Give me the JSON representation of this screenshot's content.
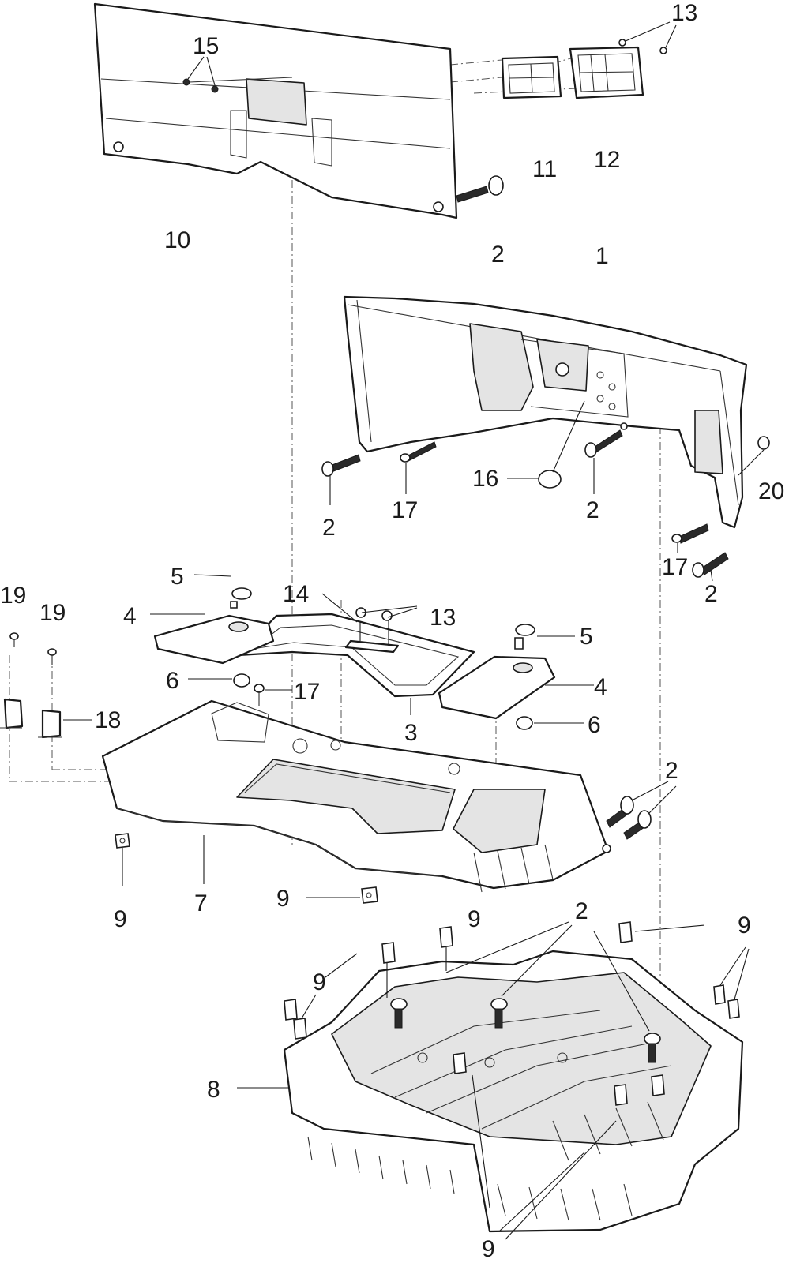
{
  "callouts": [
    {
      "id": "c13a",
      "text": "13"
    },
    {
      "id": "c15",
      "text": "15"
    },
    {
      "id": "c11",
      "text": "11"
    },
    {
      "id": "c12",
      "text": "12"
    },
    {
      "id": "c10",
      "text": "10"
    },
    {
      "id": "c2a",
      "text": "2"
    },
    {
      "id": "c1",
      "text": "1"
    },
    {
      "id": "c16",
      "text": "16"
    },
    {
      "id": "c2b",
      "text": "2"
    },
    {
      "id": "c17a",
      "text": "17"
    },
    {
      "id": "c2c",
      "text": "2"
    },
    {
      "id": "c20",
      "text": "20"
    },
    {
      "id": "c17b",
      "text": "17"
    },
    {
      "id": "c2d",
      "text": "2"
    },
    {
      "id": "c19a",
      "text": "19"
    },
    {
      "id": "c19b",
      "text": "19"
    },
    {
      "id": "c5a",
      "text": "5"
    },
    {
      "id": "c4a",
      "text": "4"
    },
    {
      "id": "c14",
      "text": "14"
    },
    {
      "id": "c13b",
      "text": "13"
    },
    {
      "id": "c5b",
      "text": "5"
    },
    {
      "id": "c6a",
      "text": "6"
    },
    {
      "id": "c17c",
      "text": "17"
    },
    {
      "id": "c4b",
      "text": "4"
    },
    {
      "id": "c18",
      "text": "18"
    },
    {
      "id": "c3",
      "text": "3"
    },
    {
      "id": "c6b",
      "text": "6"
    },
    {
      "id": "c2e",
      "text": "2"
    },
    {
      "id": "c9a",
      "text": "9"
    },
    {
      "id": "c7",
      "text": "7"
    },
    {
      "id": "c9b",
      "text": "9"
    },
    {
      "id": "c9c",
      "text": "9"
    },
    {
      "id": "c2f",
      "text": "2"
    },
    {
      "id": "c9d",
      "text": "9"
    },
    {
      "id": "c9e",
      "text": "9"
    },
    {
      "id": "c8",
      "text": "8"
    },
    {
      "id": "c9f",
      "text": "9"
    }
  ]
}
